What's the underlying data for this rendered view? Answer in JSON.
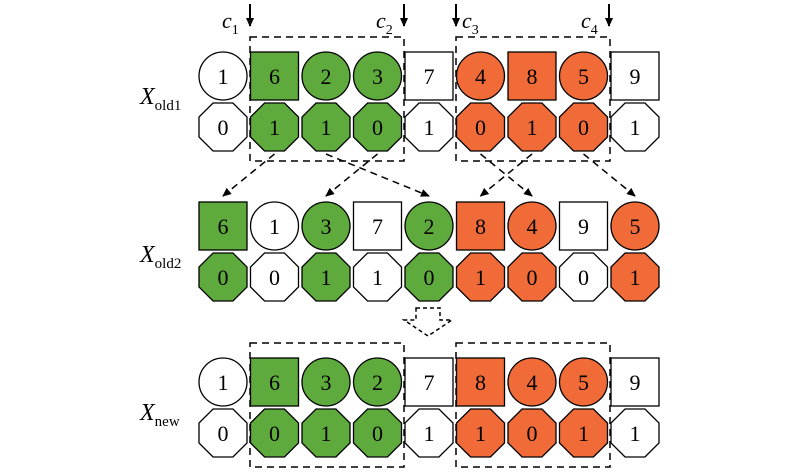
{
  "colors": {
    "green": "#5faa3c",
    "orange": "#f06b38",
    "white": "#ffffff",
    "stroke": "#000000"
  },
  "cut_labels": [
    {
      "base": "c",
      "sub": "1"
    },
    {
      "base": "c",
      "sub": "2"
    },
    {
      "base": "c",
      "sub": "3"
    },
    {
      "base": "c",
      "sub": "4"
    }
  ],
  "rows": [
    {
      "label": {
        "base": "X",
        "sub": "old1"
      },
      "top": [
        {
          "value": "1",
          "shape": "circle",
          "color": "white"
        },
        {
          "value": "6",
          "shape": "square",
          "color": "green"
        },
        {
          "value": "2",
          "shape": "circle",
          "color": "green"
        },
        {
          "value": "3",
          "shape": "circle",
          "color": "green"
        },
        {
          "value": "7",
          "shape": "square",
          "color": "white"
        },
        {
          "value": "4",
          "shape": "circle",
          "color": "orange"
        },
        {
          "value": "8",
          "shape": "square",
          "color": "orange"
        },
        {
          "value": "5",
          "shape": "circle",
          "color": "orange"
        },
        {
          "value": "9",
          "shape": "square",
          "color": "white"
        }
      ],
      "bottom": [
        {
          "value": "0",
          "color": "white"
        },
        {
          "value": "1",
          "color": "green"
        },
        {
          "value": "1",
          "color": "green"
        },
        {
          "value": "0",
          "color": "green"
        },
        {
          "value": "1",
          "color": "white"
        },
        {
          "value": "0",
          "color": "orange"
        },
        {
          "value": "1",
          "color": "orange"
        },
        {
          "value": "0",
          "color": "orange"
        },
        {
          "value": "1",
          "color": "white"
        }
      ]
    },
    {
      "label": {
        "base": "X",
        "sub": "old2"
      },
      "top": [
        {
          "value": "6",
          "shape": "square",
          "color": "green"
        },
        {
          "value": "1",
          "shape": "circle",
          "color": "white"
        },
        {
          "value": "3",
          "shape": "circle",
          "color": "green"
        },
        {
          "value": "7",
          "shape": "square",
          "color": "white"
        },
        {
          "value": "2",
          "shape": "circle",
          "color": "green"
        },
        {
          "value": "8",
          "shape": "square",
          "color": "orange"
        },
        {
          "value": "4",
          "shape": "circle",
          "color": "orange"
        },
        {
          "value": "9",
          "shape": "square",
          "color": "white"
        },
        {
          "value": "5",
          "shape": "circle",
          "color": "orange"
        }
      ],
      "bottom": [
        {
          "value": "0",
          "color": "green"
        },
        {
          "value": "0",
          "color": "white"
        },
        {
          "value": "1",
          "color": "green"
        },
        {
          "value": "1",
          "color": "white"
        },
        {
          "value": "0",
          "color": "green"
        },
        {
          "value": "1",
          "color": "orange"
        },
        {
          "value": "0",
          "color": "orange"
        },
        {
          "value": "0",
          "color": "white"
        },
        {
          "value": "1",
          "color": "orange"
        }
      ]
    },
    {
      "label": {
        "base": "X",
        "sub": "new"
      },
      "top": [
        {
          "value": "1",
          "shape": "circle",
          "color": "white"
        },
        {
          "value": "6",
          "shape": "square",
          "color": "green"
        },
        {
          "value": "3",
          "shape": "circle",
          "color": "green"
        },
        {
          "value": "2",
          "shape": "circle",
          "color": "green"
        },
        {
          "value": "7",
          "shape": "square",
          "color": "white"
        },
        {
          "value": "8",
          "shape": "square",
          "color": "orange"
        },
        {
          "value": "4",
          "shape": "circle",
          "color": "orange"
        },
        {
          "value": "5",
          "shape": "circle",
          "color": "orange"
        },
        {
          "value": "9",
          "shape": "square",
          "color": "white"
        }
      ],
      "bottom": [
        {
          "value": "0",
          "color": "white"
        },
        {
          "value": "0",
          "color": "green"
        },
        {
          "value": "1",
          "color": "green"
        },
        {
          "value": "0",
          "color": "green"
        },
        {
          "value": "1",
          "color": "white"
        },
        {
          "value": "1",
          "color": "orange"
        },
        {
          "value": "0",
          "color": "orange"
        },
        {
          "value": "1",
          "color": "orange"
        },
        {
          "value": "1",
          "color": "white"
        }
      ]
    }
  ],
  "mapping_arrows": [
    {
      "from_index": 1,
      "to_index": 0
    },
    {
      "from_index": 2,
      "to_index": 4
    },
    {
      "from_index": 3,
      "to_index": 2
    },
    {
      "from_index": 5,
      "to_index": 6
    },
    {
      "from_index": 6,
      "to_index": 5
    },
    {
      "from_index": 7,
      "to_index": 8
    }
  ]
}
